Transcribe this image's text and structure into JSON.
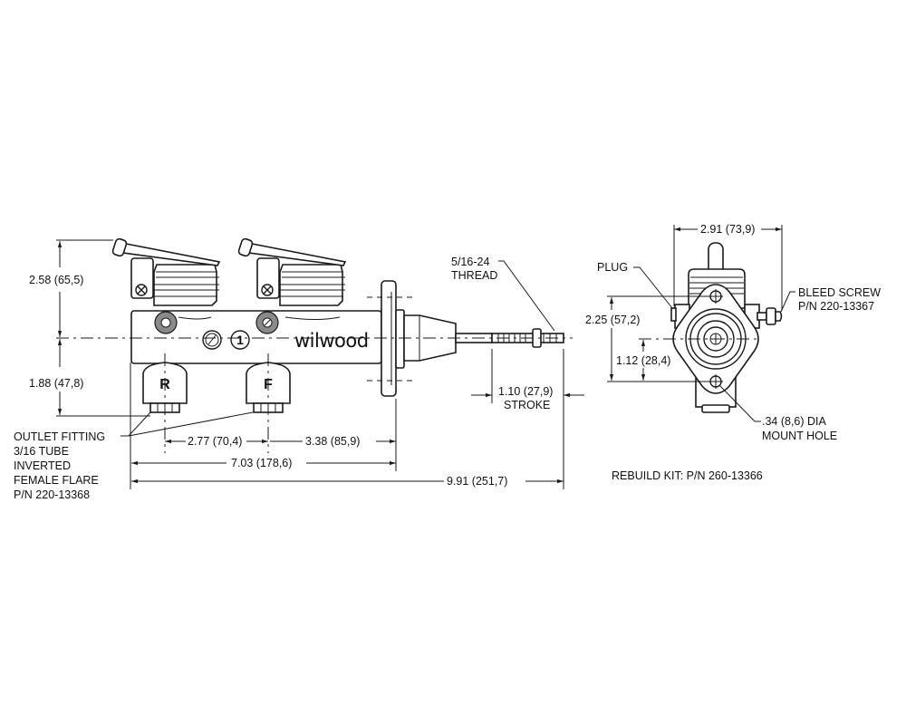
{
  "brand": "wilwood",
  "colors": {
    "line": "#1a1a1a",
    "port_ring": "#8a8a8a",
    "background": "#ffffff"
  },
  "side_view": {
    "port_labels": {
      "rear": "R",
      "front": "F"
    },
    "port_callout_number": "1",
    "dimensions": {
      "height_above_center": "2.58 (65,5)",
      "height_below_center": "1.88 (47,8)",
      "rear_to_front_outlet": "2.77 (70,4)",
      "front_outlet_to_flange": "3.38 (85,9)",
      "body_to_flange": "7.03 (178,6)",
      "overall_length": "9.91 (251,7)",
      "stroke_value": "1.10 (27,9)",
      "stroke_label": "STROKE"
    },
    "callouts": {
      "thread": [
        "5/16-24",
        "THREAD"
      ],
      "outlet_fitting": [
        "OUTLET FITTING",
        "3/16 TUBE",
        "INVERTED",
        "FEMALE FLARE",
        "P/N 220-13368"
      ]
    }
  },
  "end_view": {
    "dimensions": {
      "width": "2.91 (73,9)",
      "mount_hole_spacing": "2.25 (57,2)",
      "center_to_mount_hole": "1.12 (28,4)"
    },
    "callouts": {
      "plug": "PLUG",
      "bleed_screw": [
        "BLEED SCREW",
        "P/N 220-13367"
      ],
      "mount_hole": [
        ".34 (8,6) DIA",
        "MOUNT HOLE"
      ]
    }
  },
  "rebuild_kit": "REBUILD KIT: P/N 260-13366"
}
